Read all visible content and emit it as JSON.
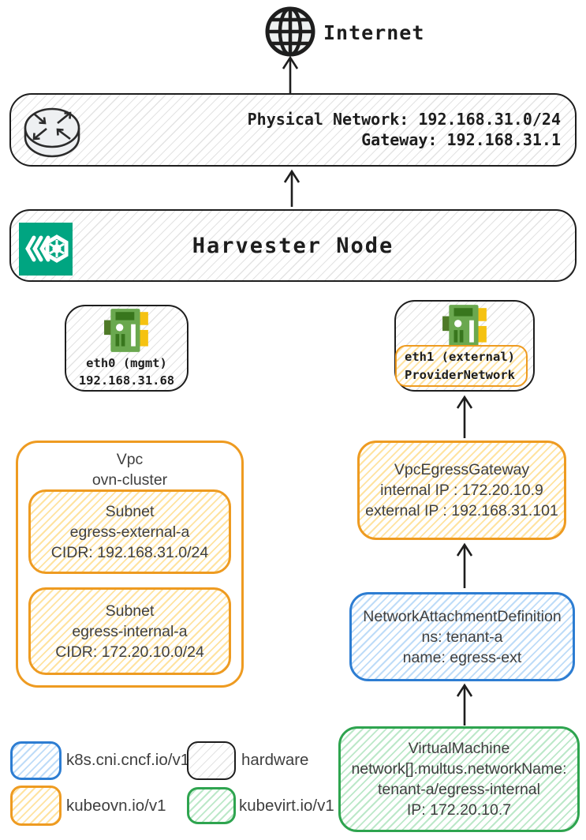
{
  "internet": {
    "label": "Internet"
  },
  "physical_network": {
    "line1": "Physical Network: 192.168.31.0/24",
    "line2": "Gateway: 192.168.31.1"
  },
  "harvester": {
    "label": "Harvester Node"
  },
  "eth0": {
    "name": "eth0 (mgmt)",
    "ip": "192.168.31.68"
  },
  "eth1": {
    "name": "eth1 (external)",
    "network": "ProviderNetwork"
  },
  "vpc": {
    "kind": "Vpc",
    "name": "ovn-cluster",
    "subnets": [
      {
        "kind": "Subnet",
        "name": "egress-external-a",
        "cidr": "CIDR: 192.168.31.0/24"
      },
      {
        "kind": "Subnet",
        "name": "egress-internal-a",
        "cidr": "CIDR: 172.20.10.0/24"
      }
    ]
  },
  "vpc_egress_gateway": {
    "kind": "VpcEgressGateway",
    "internal_ip": "internal IP : 172.20.10.9",
    "external_ip": "external IP : 192.168.31.101"
  },
  "network_attachment_definition": {
    "kind": "NetworkAttachmentDefinition",
    "namespace": "ns: tenant-a",
    "name": "name: egress-ext"
  },
  "virtual_machine": {
    "kind": "VirtualMachine",
    "line2": "network[].multus.networkName:",
    "line3": "tenant-a/egress-internal",
    "line4": "IP:  172.20.10.7"
  },
  "legend": [
    {
      "swatch": "blue",
      "label": "k8s.cni.cncf.io/v1"
    },
    {
      "swatch": "black",
      "label": "hardware"
    },
    {
      "swatch": "orange",
      "label": "kubeovn.io/v1"
    },
    {
      "swatch": "green",
      "label": "kubevirt.io/v1"
    }
  ],
  "colors": {
    "accent_orange": "#ee9b21",
    "accent_blue": "#2d7dd2",
    "accent_green": "#2ea44f",
    "hardware_black": "#1e1e1e",
    "harvester_teal": "#00a581",
    "nic_green": "#6aa84f",
    "nic_yellow": "#f5c211"
  }
}
